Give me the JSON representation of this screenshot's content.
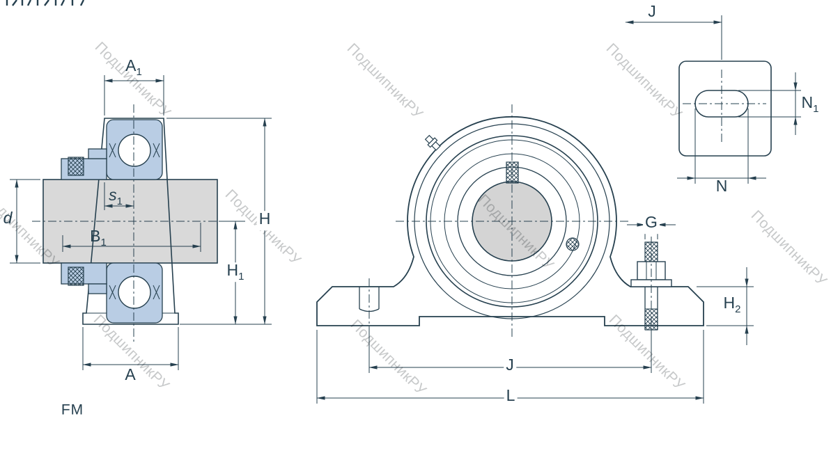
{
  "watermark": {
    "text": "ПодшипникРУ"
  },
  "designation": {
    "text": "FM"
  },
  "colors": {
    "line": "#26404f",
    "bearing_fill": "#b9cde4",
    "shaft_fill": "#d9d9d9",
    "bore_fill": "#d4d4d4",
    "watermark": "#c7c9ca",
    "background": "#ffffff"
  },
  "dimension_labels": {
    "side_view": {
      "A1": {
        "main": "A",
        "sub": "1"
      },
      "s1": {
        "main": "s",
        "sub": "1"
      },
      "d": {
        "main": "d",
        "sub": ""
      },
      "B1": {
        "main": "B",
        "sub": "1"
      },
      "H": {
        "main": "H",
        "sub": ""
      },
      "H1": {
        "main": "H",
        "sub": "1"
      },
      "A": {
        "main": "A",
        "sub": ""
      }
    },
    "front_view": {
      "G": {
        "main": "G",
        "sub": ""
      },
      "H2": {
        "main": "H",
        "sub": "2"
      },
      "J": {
        "main": "J",
        "sub": ""
      },
      "L": {
        "main": "L",
        "sub": ""
      }
    },
    "top_view": {
      "J": {
        "main": "J",
        "sub": ""
      },
      "N1": {
        "main": "N",
        "sub": "1"
      },
      "N": {
        "main": "N",
        "sub": ""
      }
    }
  }
}
